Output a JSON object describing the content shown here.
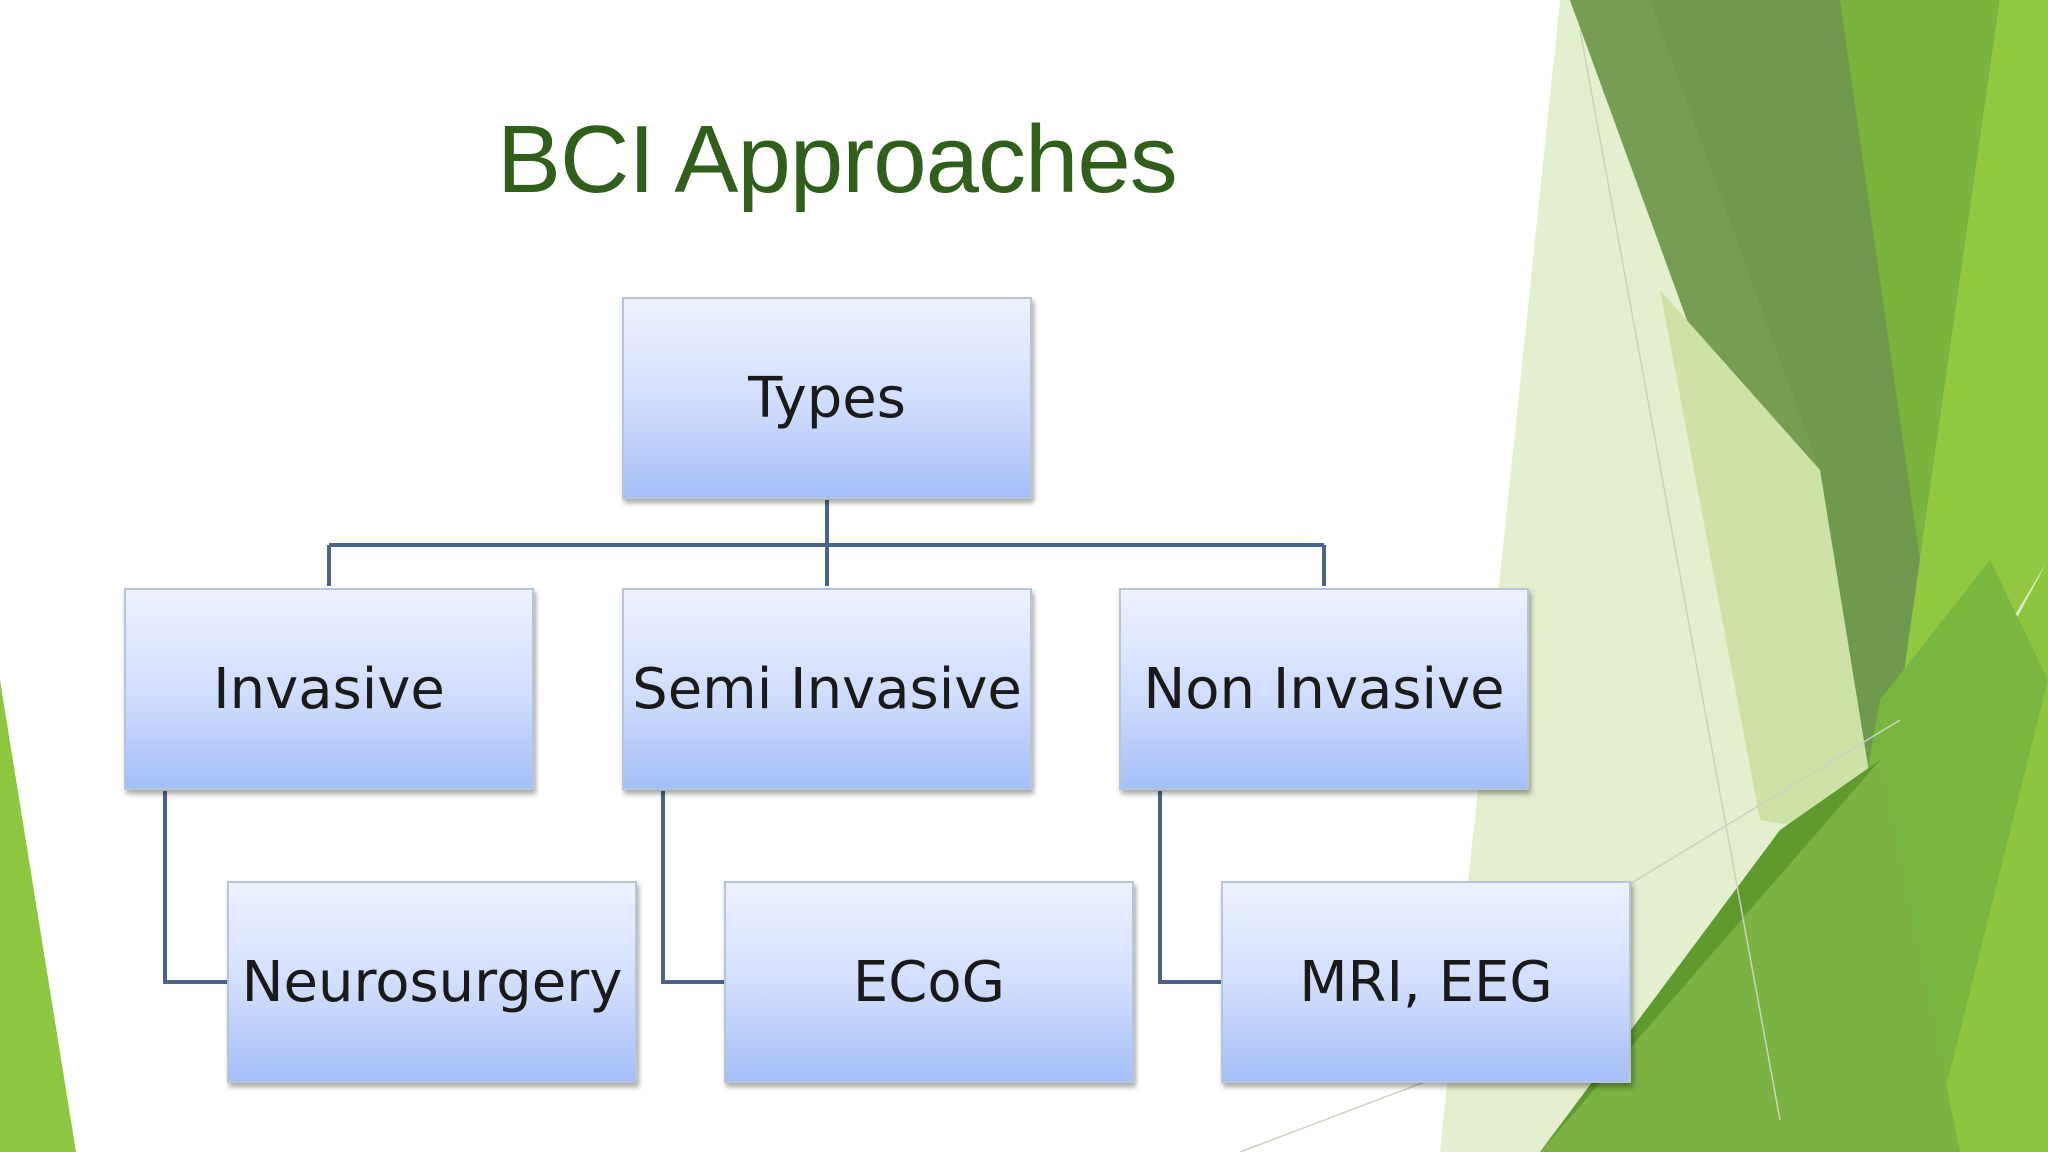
{
  "slide": {
    "title": "BCI Approaches",
    "title_color": "#305f1b"
  },
  "diagram": {
    "root": "Types",
    "categories": [
      {
        "label": "Invasive",
        "example": "Neurosurgery"
      },
      {
        "label": "Semi Invasive",
        "example": "ECoG"
      },
      {
        "label": "Non Invasive",
        "example": "MRI, EEG"
      }
    ],
    "box_gradient": [
      "#eef2ff",
      "#cfdcfd",
      "#a4bef7"
    ],
    "connector_color": "#4a6389"
  },
  "theme": {
    "accent_colors": [
      "#8dc63f",
      "#6f9e4a",
      "#7cb342",
      "#4f8f23",
      "#dcecc0"
    ]
  }
}
